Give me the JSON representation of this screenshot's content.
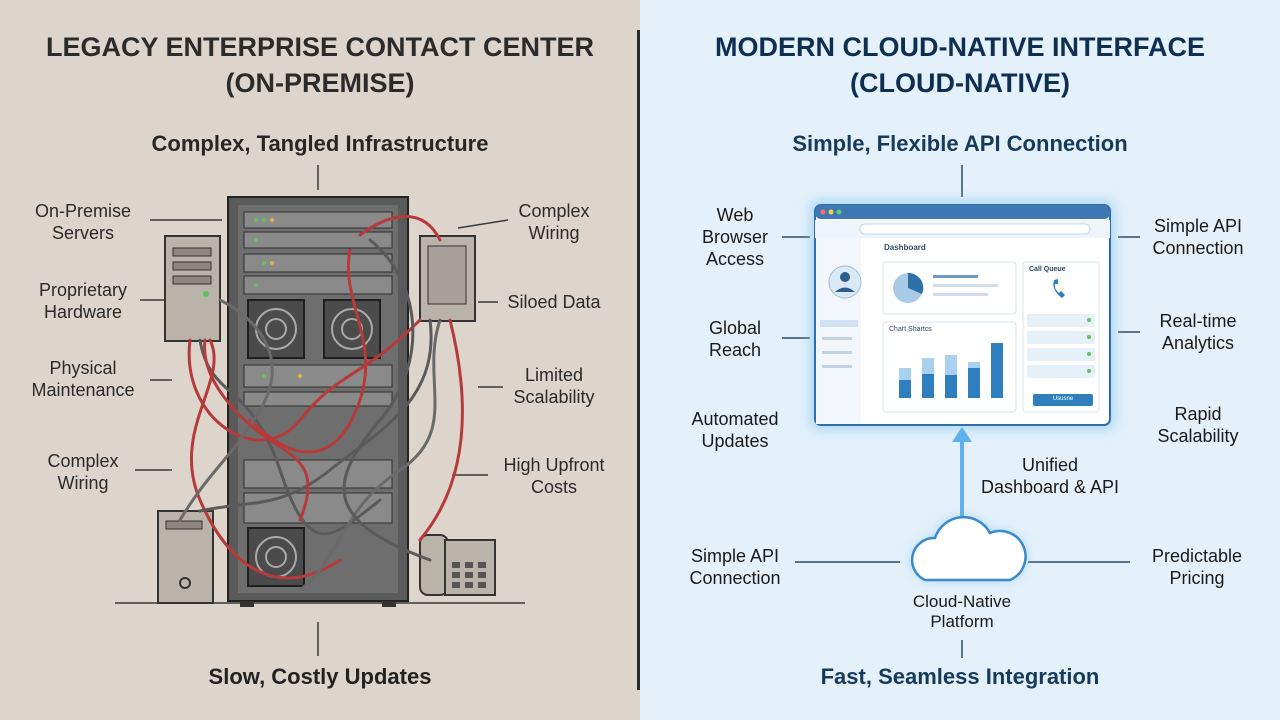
{
  "left": {
    "title_line1": "LEGACY ENTERPRISE CONTACT CENTER",
    "title_line2": "(ON-PREMISE)",
    "subtitle": "Complex, Tangled Infrastructure",
    "labels": {
      "on_premise_servers": "On-Premise\nServers",
      "proprietary_hardware": "Proprietary\nHardware",
      "physical_maintenance": "Physical\nMaintenance",
      "complex_wiring_left": "Complex\nWiring",
      "complex_wiring_right": "Complex\nWiring",
      "siloed_data": "Siloed Data",
      "limited_scalability": "Limited\nScalability",
      "high_upfront_costs": "High Upfront\nCosts"
    },
    "footer": "Slow, Costly Updates"
  },
  "right": {
    "title_line1": "MODERN CLOUD-NATIVE INTERFACE",
    "title_line2": "(CLOUD-NATIVE)",
    "subtitle": "Simple, Flexible API Connection",
    "labels": {
      "web_browser_access": "Web\nBrowser\nAccess",
      "global_reach": "Global\nReach",
      "automated_updates": "Automated\nUpdates",
      "simple_api_top": "Simple API\nConnection",
      "realtime_analytics": "Real-time\nAnalytics",
      "rapid_scalability": "Rapid\nScalability",
      "unified_dashboard": "Unified\nDashboard & API",
      "simple_api_bottom": "Simple API\nConnection",
      "predictable_pricing": "Predictable\nPricing",
      "cloud_platform": "Cloud-Native\nPlatform"
    },
    "dashboard": {
      "title": "Dashboard",
      "call_queue": "Call Queue",
      "chart_title": "Chart Shartcs",
      "button": "Ususne"
    },
    "footer": "Fast, Seamless Integration"
  },
  "colors": {
    "left_bg": "#ddd5cc",
    "right_bg": "#e4f1fb",
    "rack": "#4a4a4a",
    "wire_red": "#b73a3a",
    "accent_blue": "#2f7fbf"
  }
}
